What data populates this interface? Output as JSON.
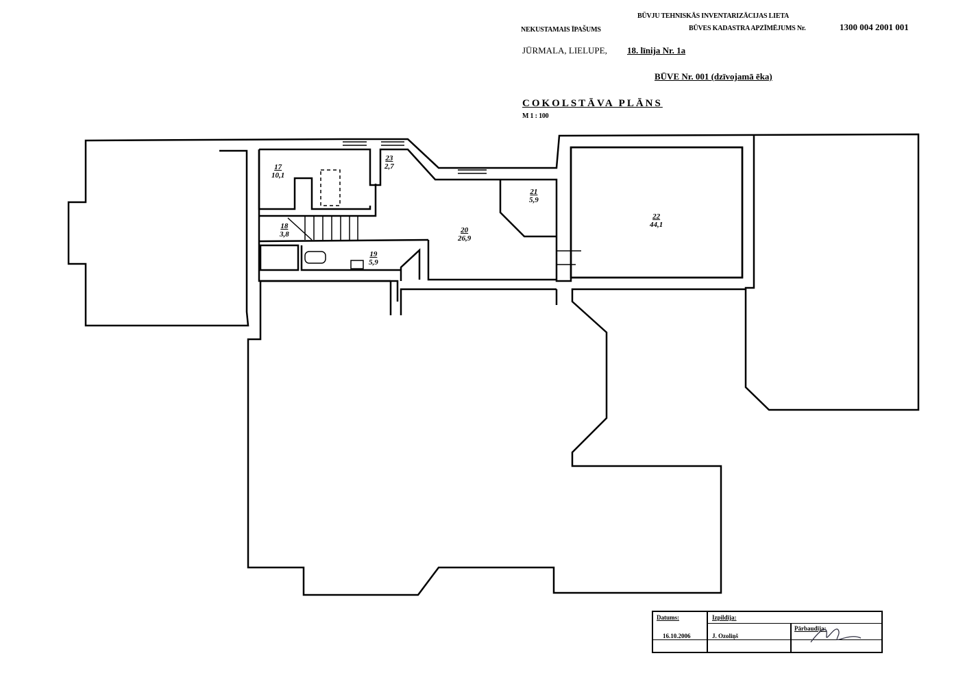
{
  "header": {
    "doc_type": "BŪVJU TEHNISKĀS INVENTARIZĀCIJAS LIETA",
    "property_label": "NEKUSTAMAIS ĪPAŠUMS",
    "cadastre_label": "BŪVES KADASTRA APZĪMĒJUMS Nr.",
    "cadastre_number": "1300 004 2001 001",
    "address_prefix": "JŪRMALA, LIELUPE,",
    "address_street": "18. līnija Nr. 1a",
    "building": "BŪVE Nr. 001 (dzīvojamā ēka)",
    "plan_title": "COKOLSTĀVA PLĀNS",
    "scale": "M 1 : 100"
  },
  "rooms": [
    {
      "number": "17",
      "area": "10,1"
    },
    {
      "number": "23",
      "area": "2,7"
    },
    {
      "number": "18",
      "area": "3,8"
    },
    {
      "number": "19",
      "area": "5,9"
    },
    {
      "number": "20",
      "area": "26,9"
    },
    {
      "number": "21",
      "area": "5,9"
    },
    {
      "number": "22",
      "area": "44,1"
    }
  ],
  "title_block": {
    "date_label": "Datums:",
    "date_value": "16.10.2006",
    "executed_label": "Izpildīja:",
    "executed_name": "J. Ozoliņš",
    "checked_label": "Pārbaudīja:"
  }
}
